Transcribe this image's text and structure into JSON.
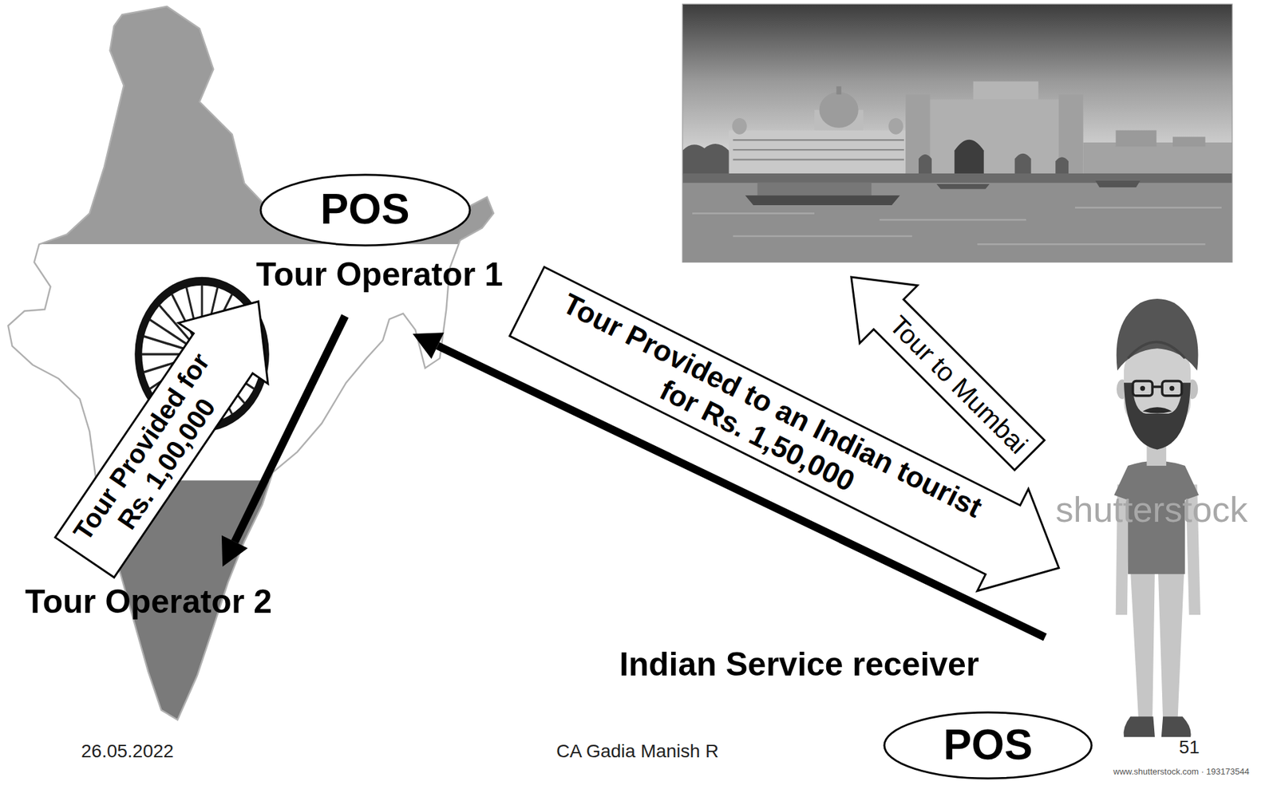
{
  "diagram": {
    "nodes": [
      {
        "text": [
          "POS"
        ]
      },
      {
        "text": [
          "Tour Operator 1"
        ]
      },
      {
        "text": [
          "Tour Operator 2"
        ]
      },
      {
        "text": [
          "Indian Service receiver"
        ]
      },
      {
        "text": [
          "POS"
        ]
      }
    ],
    "edges": [
      {
        "from": 1,
        "to": 2,
        "arrow": "to"
      },
      {
        "from": 2,
        "to": 1,
        "arrow": "to",
        "label": "Tour Provided for Rs. 1,00,000"
      },
      {
        "from": 3,
        "to": 1,
        "arrow": "to"
      },
      {
        "from": 1,
        "to": 3,
        "arrow": "to",
        "label": "Tour Provided to an Indian tourist for Rs. 1,50,000"
      }
    ],
    "labels": [
      "Tour to Mumbai",
      "26.05.2022",
      "CA Gadia Manish R",
      "51",
      "shutterstock",
      "www.shutterstock.com · 193173544"
    ]
  }
}
